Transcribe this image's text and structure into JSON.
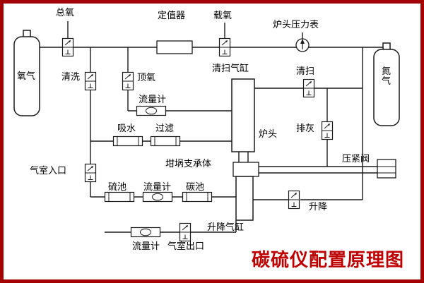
{
  "diagram": {
    "title": "碳硫仪配置原理图",
    "title_color": "#c00000",
    "border_color": "#a40000",
    "line_color": "#1a1a1a",
    "labels": {
      "total_oxygen": "总氧",
      "regulator": "定值器",
      "carrier_oxygen": "载氧",
      "furnace_pressure_gauge": "炉头压力表",
      "purge": "清洗",
      "top_oxygen": "顶氧",
      "flow_meter_1": "流量计",
      "sweep_cylinder": "清扫气缸",
      "sweep": "清扫",
      "water_absorb": "吸水",
      "filter": "过滤",
      "furnace_head": "炉头",
      "ash_discharge": "排灰",
      "clamp_valve": "压紧阀",
      "crucible_support": "坩埚支承体",
      "chamber_inlet": "气室入口",
      "sulfur_cell": "硫池",
      "flow_meter_2": "流量计",
      "carbon_cell": "碳池",
      "lift_cylinder": "升降气缸",
      "lift": "升降",
      "flow_meter_3": "流量计",
      "chamber_outlet": "气室出口",
      "oxygen_tank": "氧气",
      "nitrogen_tank": "氮气"
    }
  }
}
